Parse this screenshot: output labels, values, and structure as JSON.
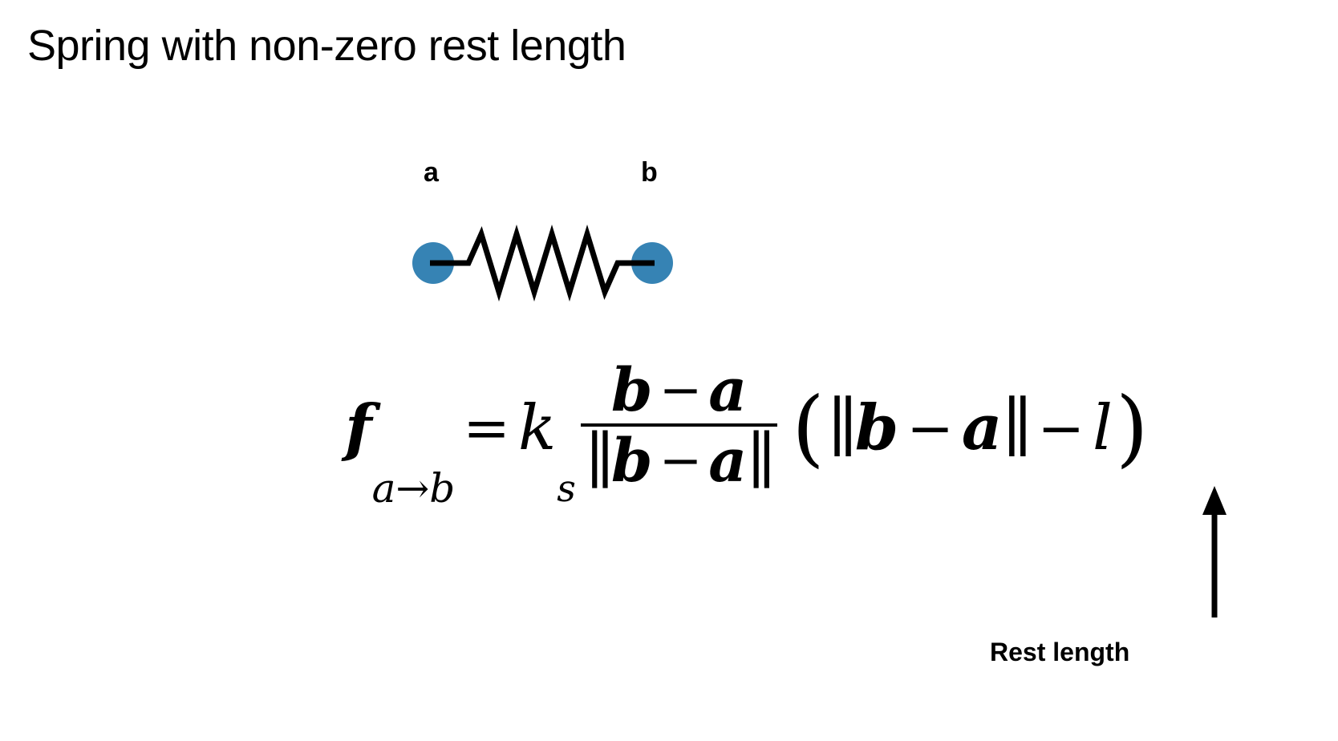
{
  "slide": {
    "title": "Spring with non-zero rest length",
    "background_color": "#ffffff",
    "text_color": "#000000"
  },
  "diagram": {
    "node_color": "#3683b4",
    "spring_color": "#000000",
    "nodes": [
      {
        "id": "a",
        "label": "a"
      },
      {
        "id": "b",
        "label": "b"
      }
    ],
    "spring_coils": 4
  },
  "formula": {
    "plain_text": "f_{a->b} = k_s (b - a)/||b - a|| (||b - a|| - l)",
    "lhs": {
      "symbol": "f",
      "subscript_from": "a",
      "subscript_arrow": "→",
      "subscript_to": "b"
    },
    "equals": "=",
    "stiffness": {
      "symbol": "k",
      "subscript": "s"
    },
    "fraction": {
      "numerator": {
        "left": "b",
        "op": "−",
        "right": "a"
      },
      "denominator": {
        "bar": "∥",
        "left": "b",
        "op": "−",
        "right": "a"
      }
    },
    "term": {
      "open_paren": "(",
      "bar": "∥",
      "left": "b",
      "op": "−",
      "right": "a",
      "minus": "−",
      "rest_length_symbol": "l",
      "close_paren": ")"
    }
  },
  "annotation": {
    "label": "Rest length",
    "arrow_direction": "up",
    "arrow_color": "#000000"
  }
}
